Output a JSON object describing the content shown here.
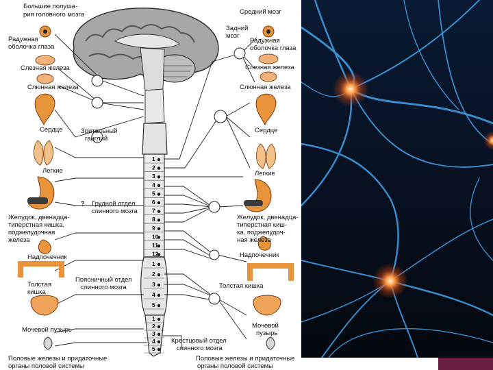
{
  "labels": {
    "cerebrum": [
      "Большие полуша-",
      "рия головного мозга"
    ],
    "midbrain": "Средний мозг",
    "hindbrain": [
      "Задний",
      "мозг"
    ],
    "iris_left": [
      "Радужная",
      "оболочка глаза"
    ],
    "iris_right": [
      "Радужная",
      "оболочка глаза"
    ],
    "lacrimal_left": "Слезная железа",
    "lacrimal_right": "Слезная железа",
    "salivary_left": "Слюнная железа",
    "salivary_right": "Слюнная железа",
    "heart_left": "Сердце",
    "heart_right": "Сердце",
    "ganglion": [
      "Зрительный",
      "ганглий"
    ],
    "lungs_left": "Легкие",
    "lungs_right": "Легкие",
    "thoracic": [
      "Грудной отдел",
      "спинного мозга"
    ],
    "question": "?",
    "stomach_left": [
      "Желудок, двенадца-",
      "типерстная кишка,",
      "поджелудочная",
      "железа"
    ],
    "stomach_right": [
      "Желудок, двенадца-",
      "типерстная киш-",
      "ка, поджелудоч-",
      "ная железа"
    ],
    "adrenal_left": "Надпочечник",
    "adrenal_right": "Надпочечник",
    "colon_left": [
      "Толстая",
      "кишка"
    ],
    "colon_right": "Толстая кишка",
    "lumbar": [
      "Поясничный отдел",
      "спинного мозга"
    ],
    "bladder_left": "Мочевой пузырь",
    "bladder_right": [
      "Мочевой",
      "пузырь"
    ],
    "sacral": [
      "Крестцовый отдел",
      "спинного мозга"
    ],
    "gonads_left": [
      "Половые железы и придаточные",
      "органы половой системы"
    ],
    "gonads_right": [
      "Половые железы и придаточные",
      "органы половой системы"
    ]
  },
  "segments": {
    "thoracic": [
      "1",
      "2",
      "3",
      "4",
      "5",
      "6",
      "7",
      "8",
      "9",
      "10",
      "11",
      "12"
    ],
    "lumbar": [
      "1",
      "2",
      "3",
      "4",
      "5"
    ],
    "sacral": [
      "1",
      "2",
      "3",
      "4",
      "5"
    ]
  },
  "colors": {
    "ink": "#111111",
    "organ": "#e8943a",
    "organ_dark": "#b5561c",
    "brain": "#9a9a9a",
    "cord": "#d4d4d4",
    "photo_bg": "#06101f",
    "neuron": "#3f9be0",
    "neuron_glow": "#ff7a2a",
    "corner_block": "#6b1f45"
  }
}
